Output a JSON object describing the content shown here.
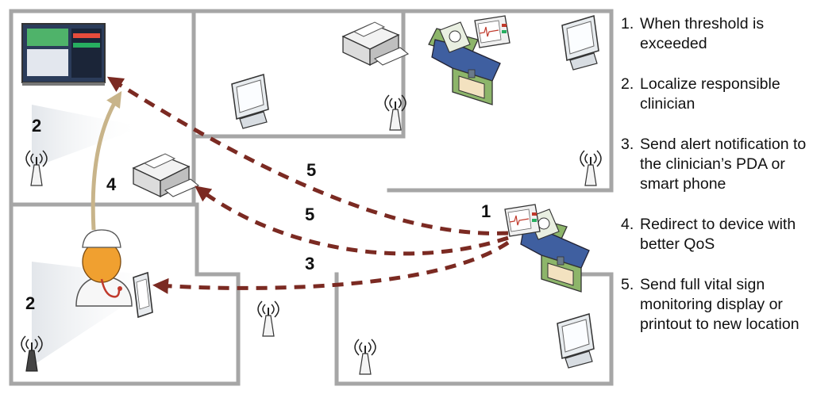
{
  "steps": [
    {
      "num": "1.",
      "text": "When threshold is exceeded"
    },
    {
      "num": "2.",
      "text": "Localize responsible clinician"
    },
    {
      "num": "3.",
      "text": "Send alert notification to the clinician’s PDA or smart phone"
    },
    {
      "num": "4.",
      "text": "Redirect to device with better QoS"
    },
    {
      "num": "5.",
      "text": "Send full vital sign monitoring display or printout to new location"
    }
  ],
  "labels": {
    "patient_monitor": "1",
    "locate_upper": "2",
    "locate_lower": "2",
    "send_alert": "3",
    "redirect_device": "4",
    "send_printer": "5",
    "send_display": "5"
  },
  "colors": {
    "wall": "#a6a6a6",
    "arrow_dashed": "#7b2a22",
    "arrow_locate": "#c8b48a",
    "bed_green": "#8db56a",
    "blanket_blue": "#3f5fa0",
    "skin_orange": "#f0a030"
  },
  "icons": [
    "wall-display-icon",
    "printer-icon",
    "desktop-monitor-icon",
    "patient-bed-icon",
    "vital-monitor-icon",
    "wireless-access-point-icon",
    "clinician-icon",
    "pda-icon"
  ]
}
